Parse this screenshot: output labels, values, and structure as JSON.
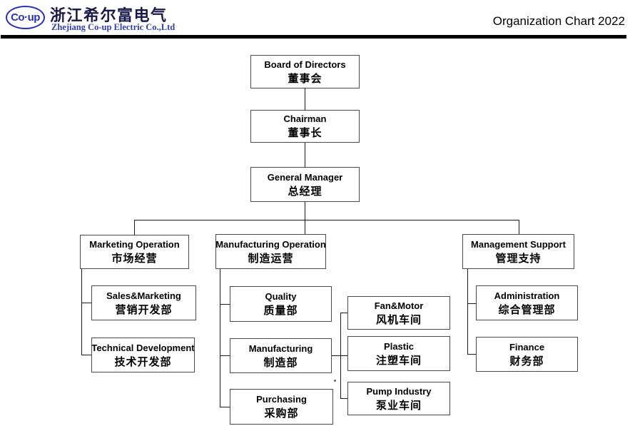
{
  "header": {
    "logo_mark": "Co·up",
    "company_zh": "浙江希尔富电气",
    "company_en": "Zhejiang Co-up Electric Co.,Ltd",
    "title": "Organization Chart 2022"
  },
  "colors": {
    "logo_blue": "#2b2fb8",
    "company_zh_text": "#191947",
    "company_en_text": "#2e3fae",
    "box_border": "#4a4a4a",
    "connector_line": "#1a1a1a",
    "header_rule": "#000000"
  },
  "nodes": {
    "board": {
      "en": "Board of Directors",
      "zh": "董事会"
    },
    "chairman": {
      "en": "Chairman",
      "zh": "董事长"
    },
    "gm": {
      "en": "General Manager",
      "zh": "总经理"
    },
    "marketing": {
      "en": "Marketing Operation",
      "zh": "市场经营"
    },
    "manufacturing": {
      "en": "Manufacturing Operation",
      "zh": "制造运营"
    },
    "support": {
      "en": "Management Support",
      "zh": "管理支持"
    },
    "sales": {
      "en": "Sales&Marketing",
      "zh": "营销开发部"
    },
    "techdev": {
      "en": "Technical Development",
      "zh": "技术开发部"
    },
    "quality": {
      "en": "Quality",
      "zh": "质量部"
    },
    "mfgdept": {
      "en": "Manufacturing",
      "zh": "制造部"
    },
    "purchasing": {
      "en": "Purchasing",
      "zh": "采购部"
    },
    "fanmotor": {
      "en": "Fan&Motor",
      "zh": "风机车间"
    },
    "plastic": {
      "en": "Plastic",
      "zh": "注塑车间"
    },
    "pump": {
      "en": "Pump Industry",
      "zh": "泵业车间"
    },
    "admin": {
      "en": "Administration",
      "zh": "综合管理部"
    },
    "finance": {
      "en": "Finance",
      "zh": "财务部"
    }
  }
}
